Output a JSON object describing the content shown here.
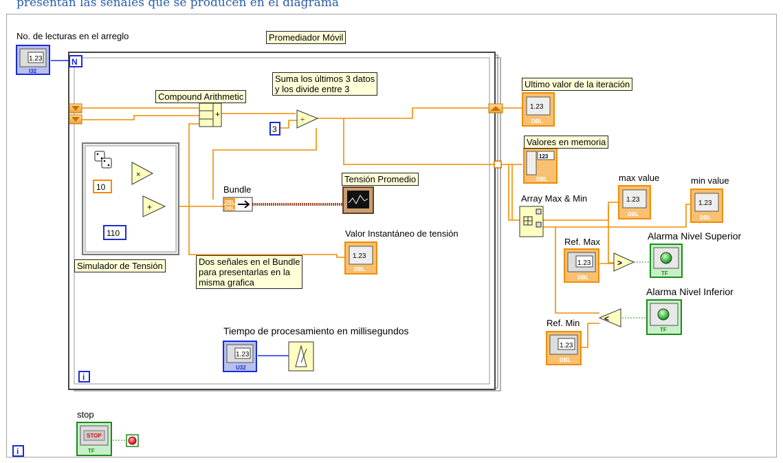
{
  "caption": "presentan las señales que se producen en el diagrama",
  "labels": {
    "lecturas": "No. de lecturas en el arreglo",
    "promediador": "Promediador Móvil",
    "compound": "Compound Arithmetic",
    "suma_line1": "Suma los últimos 3 datos",
    "suma_line2": "y los divide entre 3",
    "ultimo": "Ultimo valor de la iteración",
    "valores": "Valores en memoria",
    "bundle": "Bundle",
    "tension_prom": "Tensión Promedio",
    "valor_inst": "Valor Instantáneo de tensión",
    "simulador": "Simulador de Tensión",
    "dos_line1": "Dos señales en el Bundle",
    "dos_line2": "para presentarlas en la",
    "dos_line3": "misma grafica",
    "tiempo": "Tiempo de procesamiento en millisegundos",
    "array_maxmin": "Array Max & Min",
    "max_value": "max value",
    "min_value": "min value",
    "ref_max": "Ref. Max",
    "ref_min": "Ref. Min",
    "alarma_sup": "Alarma Nivel Superior",
    "alarma_inf": "Alarma Nivel Inferior",
    "stop": "stop"
  },
  "constants": {
    "c3": "3",
    "c10": "10",
    "c110": "110"
  },
  "terminals": {
    "num": "1.23",
    "i32": "I32",
    "u32": "U32",
    "dbl": "DBL",
    "tf": "TF",
    "stop_btn": "STOP",
    "n": "N",
    "i": "i",
    "arr": "123"
  },
  "colors": {
    "orange_wire": "#f08c00",
    "blue_wire": "#1a2bd6",
    "green_wire": "#1a8a1a",
    "brown_wire": "#a0522d",
    "node_fill": "#ffffc0"
  }
}
